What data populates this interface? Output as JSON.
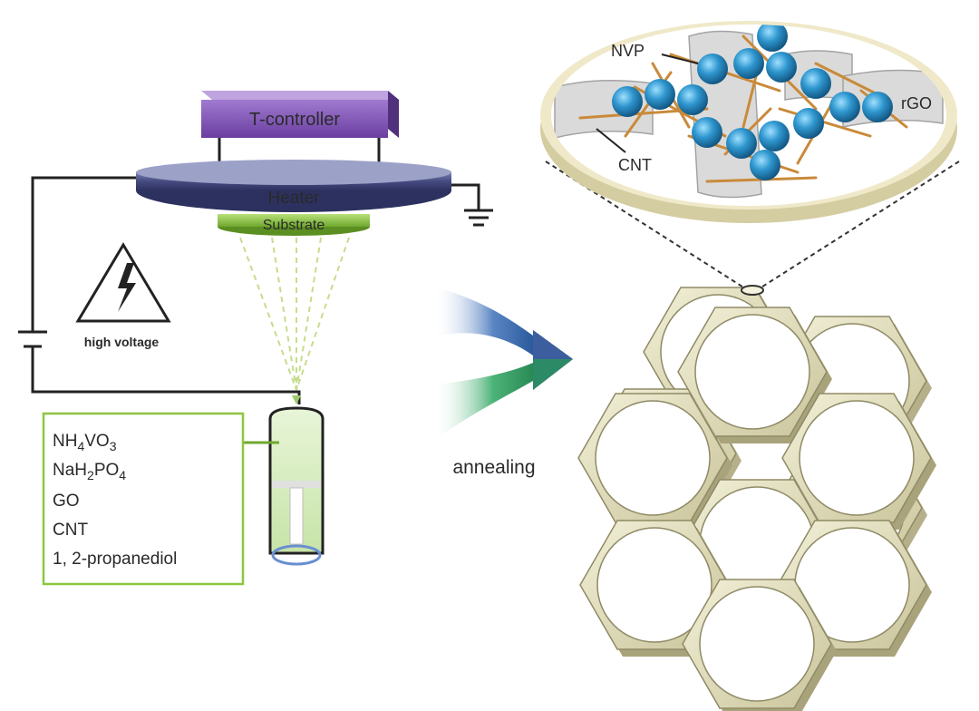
{
  "setup": {
    "controller_label": "T-controller",
    "heater_label": "Heater",
    "substrate_label": "Substrate",
    "warning_label": "high voltage"
  },
  "precursors": [
    {
      "base": "NH",
      "sub1": "4",
      "mid": "VO",
      "sub2": "3",
      "end": ""
    },
    {
      "base": "NaH",
      "sub1": "2",
      "mid": "PO",
      "sub2": "4",
      "end": ""
    },
    {
      "base": "GO",
      "sub1": "",
      "mid": "",
      "sub2": "",
      "end": ""
    },
    {
      "base": "CNT",
      "sub1": "",
      "mid": "",
      "sub2": "",
      "end": ""
    },
    {
      "base": "1, 2-propanediol",
      "sub1": "",
      "mid": "",
      "sub2": "",
      "end": ""
    }
  ],
  "process": {
    "label": "annealing"
  },
  "inset": {
    "nvp_label": "NVP",
    "rgo_label": "rGO",
    "cnt_label": "CNT"
  },
  "colors": {
    "controller": "#7d4db0",
    "heater": "#3f4578",
    "substrate": "#8dc63f",
    "precursor_box": "#8dc63f",
    "particle": "#2f8fc4",
    "cnt": "#c98a3a",
    "honeycomb": "#e3e0bf",
    "arrow_blue": "#3a68a8",
    "arrow_green": "#2f9a5a"
  }
}
